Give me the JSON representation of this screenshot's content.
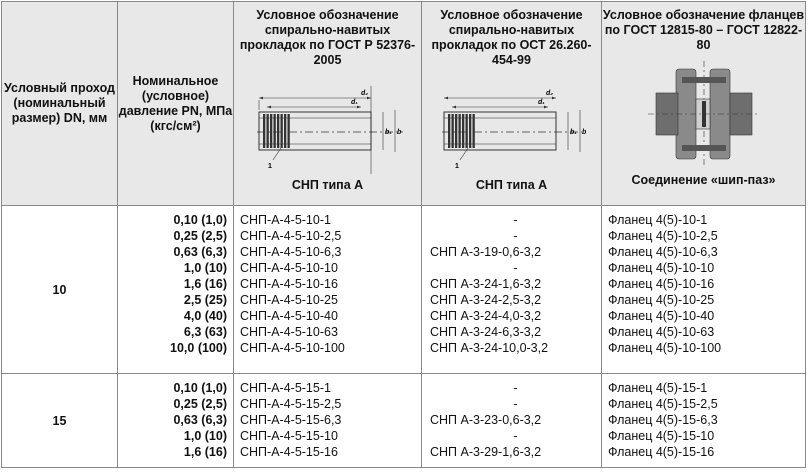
{
  "header": {
    "col_dn": "Условный проход (номинальный размер) DN, мм",
    "col_pn": "Номинальное (условное) давление PN, МПа (кгс/см²)",
    "col_gost": "Условное обозначение спирально-навитых прокладок по ГОСТ Р 52376-2005",
    "col_ost": "Условное обозначение спирально-навитых прокладок по ОСТ 26.260-454-99",
    "col_flange": "Условное обозначение фланцев по ГОСТ 12815-80 – ГОСТ 12822-80",
    "caption_gost": "СНП типа А",
    "caption_ost": "СНП типа А",
    "caption_flange": "Соединение «шип-паз»",
    "fig_labels": {
      "d1": "d₁",
      "d2": "d₂",
      "b1": "b₁",
      "b": "b",
      "n1": "1"
    }
  },
  "groups": [
    {
      "dn": "10",
      "pn": [
        "0,10 (1,0)",
        "0,25 (2,5)",
        "0,63 (6,3)",
        "1,0 (10)",
        "1,6 (16)",
        "2,5 (25)",
        "4,0 (40)",
        "6,3 (63)",
        "10,0 (100)"
      ],
      "gost": [
        "СНП-А-4-5-10-1",
        "СНП-А-4-5-10-2,5",
        "СНП-А-4-5-10-6,3",
        "СНП-А-4-5-10-10",
        "СНП-А-4-5-10-16",
        "СНП-А-4-5-10-25",
        "СНП-А-4-5-10-40",
        "СНП-А-4-5-10-63",
        "СНП-А-4-5-10-100"
      ],
      "ost": [
        "-",
        "-",
        "СНП А-3-19-0,6-3,2",
        "-",
        "СНП А-3-24-1,6-3,2",
        "СНП А-3-24-2,5-3,2",
        "СНП А-3-24-4,0-3,2",
        "СНП А-3-24-6,3-3,2",
        "СНП А-3-24-10,0-3,2"
      ],
      "flange": [
        "Фланец 4(5)-10-1",
        "Фланец 4(5)-10-2,5",
        "Фланец 4(5)-10-6,3",
        "Фланец 4(5)-10-10",
        "Фланец 4(5)-10-16",
        "Фланец 4(5)-10-25",
        "Фланец 4(5)-10-40",
        "Фланец 4(5)-10-63",
        "Фланец 4(5)-10-100"
      ]
    },
    {
      "dn": "15",
      "pn": [
        "0,10 (1,0)",
        "0,25 (2,5)",
        "0,63 (6,3)",
        "1,0 (10)",
        "1,6 (16)"
      ],
      "gost": [
        "СНП-А-4-5-15-1",
        "СНП-А-4-5-15-2,5",
        "СНП-А-4-5-15-6,3",
        "СНП-А-4-5-15-10",
        "СНП-А-4-5-15-16"
      ],
      "ost": [
        "-",
        "-",
        "СНП А-3-23-0,6-3,2",
        "-",
        "СНП А-3-29-1,6-3,2"
      ],
      "flange": [
        "Фланец 4(5)-15-1",
        "Фланец 4(5)-15-2,5",
        "Фланец 4(5)-15-6,3",
        "Фланец 4(5)-15-10",
        "Фланец 4(5)-15-16"
      ]
    }
  ]
}
